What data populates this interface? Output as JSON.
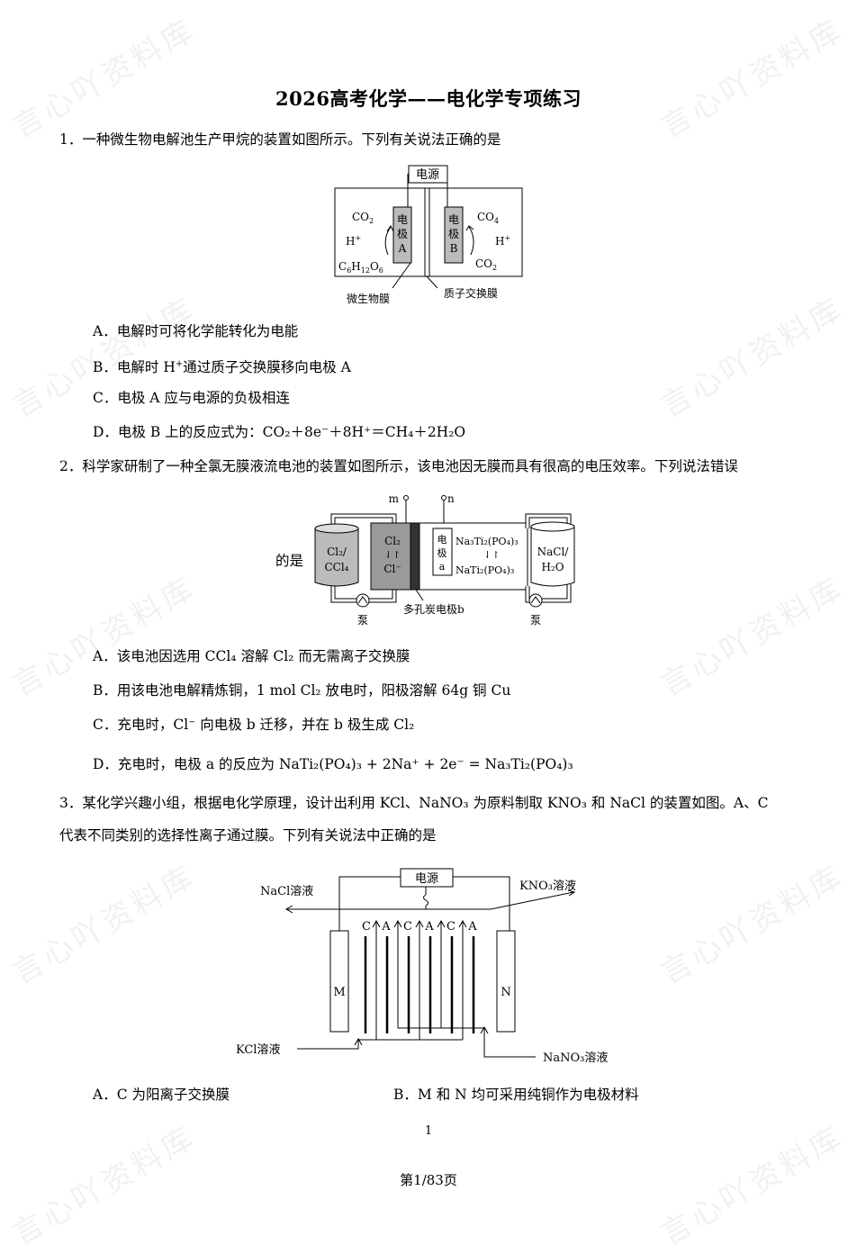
{
  "title": "2026高考化学——电化学专项练习",
  "watermark": "言心吖资料库",
  "q1": {
    "stem": "1．一种微生物电解池生产甲烷的装置如图所示。下列有关说法正确的是",
    "fig": {
      "power": "电源",
      "elA": [
        "电",
        "极",
        "A"
      ],
      "elB": [
        "电",
        "极",
        "B"
      ],
      "left_co2": "CO",
      "left_co2_sub": "2",
      "left_h": "H",
      "left_h_sup": "+",
      "glucose": "C6H12O6",
      "right_co4": "CO",
      "right_co4_sub": "4",
      "right_h": "H",
      "right_h_sup": "+",
      "right_co2": "CO",
      "right_co2_sub": "2",
      "bio_membrane": "微生物膜",
      "proton_membrane": "质子交换膜"
    },
    "optA": "A．电解时可将化学能转化为电能",
    "optB_1": "B．电解时 H",
    "optB_sup": "+",
    "optB_2": "通过质子交换膜移向电极 A",
    "optC": "C．电极 A 应与电源的负极相连",
    "optD": "D．电极 B 上的反应式为：CO₂＋8e⁻＋8H⁺＝CH₄＋2H₂O"
  },
  "q2": {
    "stem": "2．科学家研制了一种全氯无膜液流电池的装置如图所示，该电池因无膜而具有很高的电压效率。下列说法错误",
    "stem_tail": "的是",
    "fig": {
      "m": "m",
      "n": "n",
      "tank_left": [
        "Cl₂/",
        "CCl₄"
      ],
      "box_mid": [
        "Cl₂",
        "⇃↾",
        "Cl⁻"
      ],
      "electrode_a": [
        "电",
        "极",
        "a"
      ],
      "nati_1": "Na₃Ti₂(PO₄)₃",
      "nati_arrow": "⇃↾",
      "nati_2": "NaTi₂(PO₄)₃",
      "tank_right": [
        "NaCl/",
        "H₂O"
      ],
      "pump": "泵",
      "porous": "多孔炭电极b"
    },
    "optA": "A．该电池因选用 CCl₄ 溶解 Cl₂ 而无需离子交换膜",
    "optB": "B．用该电池电解精炼铜，1 mol Cl₂ 放电时，阳极溶解 64g 铜 Cu",
    "optC": "C．充电时，Cl⁻ 向电极 b 迁移，并在 b 极生成 Cl₂",
    "optD": "D．充电时，电极 a 的反应为 NaTi₂(PO₄)₃ + 2Na⁺ + 2e⁻ = Na₃Ti₂(PO₄)₃"
  },
  "q3": {
    "stem_1": "3．某化学兴趣小组，根据电化学原理，设计出利用 KCl、NaNO₃ 为原料制取 KNO₃ 和 NaCl 的装置如图。A、C",
    "stem_2": "代表不同类别的选择性离子通过膜。下列有关说法中正确的是",
    "fig": {
      "power": "电源",
      "nacl_out": "NaCl溶液",
      "kno3_out": "KNO₃溶液",
      "membranes": [
        "C",
        "A",
        "C",
        "A",
        "C",
        "A"
      ],
      "M": "M",
      "N": "N",
      "kcl_in": "KCl溶液",
      "nano3_in": "NaNO₃溶液"
    },
    "optA": "A．C 为阳离子交换膜",
    "optB": "B．M 和 N 均可采用纯铜作为电极材料"
  },
  "page_number": "1",
  "page_footer": "第1/83页"
}
